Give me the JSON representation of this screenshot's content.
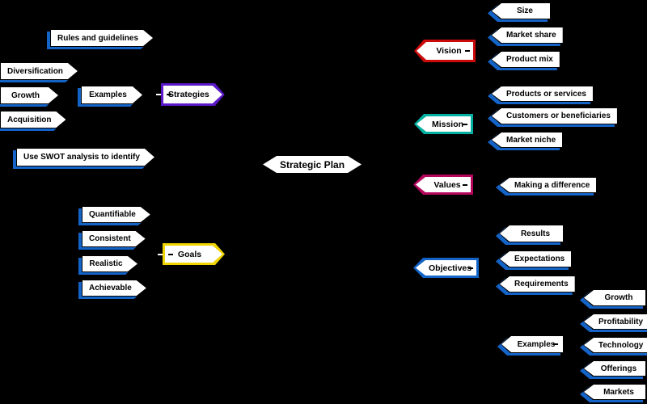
{
  "colors": {
    "blue": "#1464c8",
    "canvas": "#000000"
  },
  "root": {
    "label": "Strategic Plan"
  },
  "branches": [
    {
      "label": "Strategies",
      "color": "#5a18c8",
      "side": "left",
      "children": [
        {
          "label": "Rules and guidelines"
        },
        {
          "label": "Examples",
          "children": [
            {
              "label": "Diversification"
            },
            {
              "label": "Growth"
            },
            {
              "label": "Acquisition"
            }
          ]
        },
        {
          "label": "Use SWOT analysis to identify"
        }
      ]
    },
    {
      "label": "Goals",
      "color": "#f0d500",
      "side": "left",
      "children": [
        {
          "label": "Quantifiable"
        },
        {
          "label": "Consistent"
        },
        {
          "label": "Realistic"
        },
        {
          "label": "Achievable"
        }
      ]
    },
    {
      "label": "Vision",
      "color": "#cc0a0a",
      "side": "right",
      "children": [
        {
          "label": "Size"
        },
        {
          "label": "Market share"
        },
        {
          "label": "Product mix"
        }
      ]
    },
    {
      "label": "Mission",
      "color": "#00afa0",
      "side": "right",
      "children": [
        {
          "label": "Products or services"
        },
        {
          "label": "Customers or beneficiaries"
        },
        {
          "label": "Market niche"
        }
      ]
    },
    {
      "label": "Values",
      "color": "#b5065c",
      "side": "right",
      "children": [
        {
          "label": "Making a difference"
        }
      ]
    },
    {
      "label": "Objectives",
      "color": "#1464c8",
      "side": "right",
      "children": [
        {
          "label": "Results"
        },
        {
          "label": "Expectations"
        },
        {
          "label": "Requirements"
        },
        {
          "label": "Examples",
          "children": [
            {
              "label": "Growth"
            },
            {
              "label": "Profitability"
            },
            {
              "label": "Technology"
            },
            {
              "label": "Offerings"
            },
            {
              "label": "Markets"
            }
          ]
        }
      ]
    }
  ]
}
